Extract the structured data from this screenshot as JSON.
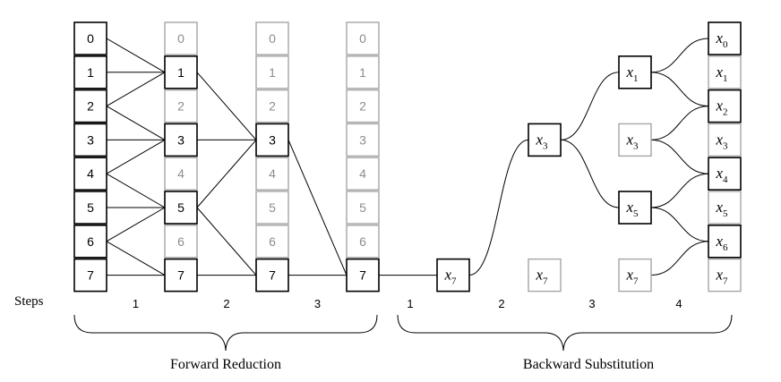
{
  "forward": {
    "rows": [
      "0",
      "1",
      "2",
      "3",
      "4",
      "5",
      "6",
      "7"
    ],
    "columns": [
      {
        "active": [
          0,
          1,
          2,
          3,
          4,
          5,
          6,
          7
        ]
      },
      {
        "active": [
          1,
          3,
          5,
          7
        ]
      },
      {
        "active": [
          3,
          7
        ]
      },
      {
        "active": [
          7
        ]
      }
    ],
    "edges": [
      {
        "from_col": 0,
        "to_col": 1,
        "pairs": [
          [
            0,
            1
          ],
          [
            1,
            1
          ],
          [
            2,
            1
          ],
          [
            2,
            3
          ],
          [
            3,
            3
          ],
          [
            4,
            3
          ],
          [
            4,
            5
          ],
          [
            5,
            5
          ],
          [
            6,
            5
          ],
          [
            6,
            7
          ],
          [
            7,
            7
          ]
        ]
      },
      {
        "from_col": 1,
        "to_col": 2,
        "pairs": [
          [
            1,
            3
          ],
          [
            3,
            3
          ],
          [
            5,
            3
          ],
          [
            5,
            7
          ],
          [
            7,
            7
          ]
        ]
      },
      {
        "from_col": 2,
        "to_col": 3,
        "pairs": [
          [
            3,
            7
          ],
          [
            7,
            7
          ]
        ]
      }
    ]
  },
  "backward": {
    "variable": "x",
    "columns": [
      {
        "active": [
          7
        ],
        "faded": []
      },
      {
        "active": [
          3
        ],
        "faded": [
          7
        ]
      },
      {
        "active": [
          1,
          5
        ],
        "faded": [
          3,
          7
        ]
      },
      {
        "active": [
          0,
          2,
          4,
          6
        ],
        "faded": [
          1,
          3,
          5,
          7
        ]
      }
    ],
    "curves": [
      {
        "from_col": 0,
        "to_col": 1,
        "pairs": [
          [
            7,
            3
          ]
        ]
      },
      {
        "from_col": 1,
        "to_col": 2,
        "pairs": [
          [
            3,
            1
          ],
          [
            3,
            5
          ]
        ]
      },
      {
        "from_col": 2,
        "to_col": 3,
        "pairs": [
          [
            1,
            0
          ],
          [
            1,
            2
          ],
          [
            3,
            2
          ],
          [
            3,
            4
          ],
          [
            5,
            4
          ],
          [
            5,
            6
          ],
          [
            7,
            6
          ]
        ]
      }
    ]
  },
  "steps_label": "Steps",
  "forward_steps": [
    "1",
    "2",
    "3"
  ],
  "backward_steps": [
    "1",
    "2",
    "3",
    "4"
  ],
  "forward_label": "Forward Reduction",
  "backward_label": "Backward Substitution",
  "colors": {
    "active": "#000000",
    "faded_border": "#a6a6a6",
    "faded_text": "#8c8c8c"
  }
}
